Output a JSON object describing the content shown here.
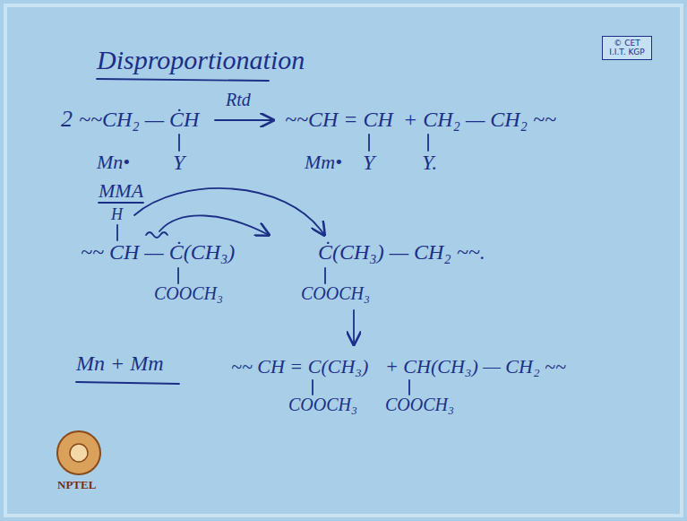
{
  "diagram": {
    "title": "Disproportionation",
    "nodes": [
      {
        "text": [
          "© CET I.I.T. KGP"
        ]
      }
    ],
    "labels": [
      "2",
      "~~CH₂ — ĊH",
      "Mn•",
      "Y",
      "Rtd",
      "~~CH = CH",
      "Mm•",
      "Y",
      "+ CH₂ — CH₂ ~~",
      "Y.",
      "MMA",
      "H",
      "~~ CH — Ċ(CH₃)",
      "COOCH₃",
      "Ċ(CH₃) — CH₂ ~~.",
      "COOCH₃",
      "Mn + Mm",
      "~~ CH = C(CH₃)",
      "COOCH₃",
      "+ CH(CH₃) — CH₂ ~~",
      "COOCH₃",
      "NPTEL"
    ]
  }
}
